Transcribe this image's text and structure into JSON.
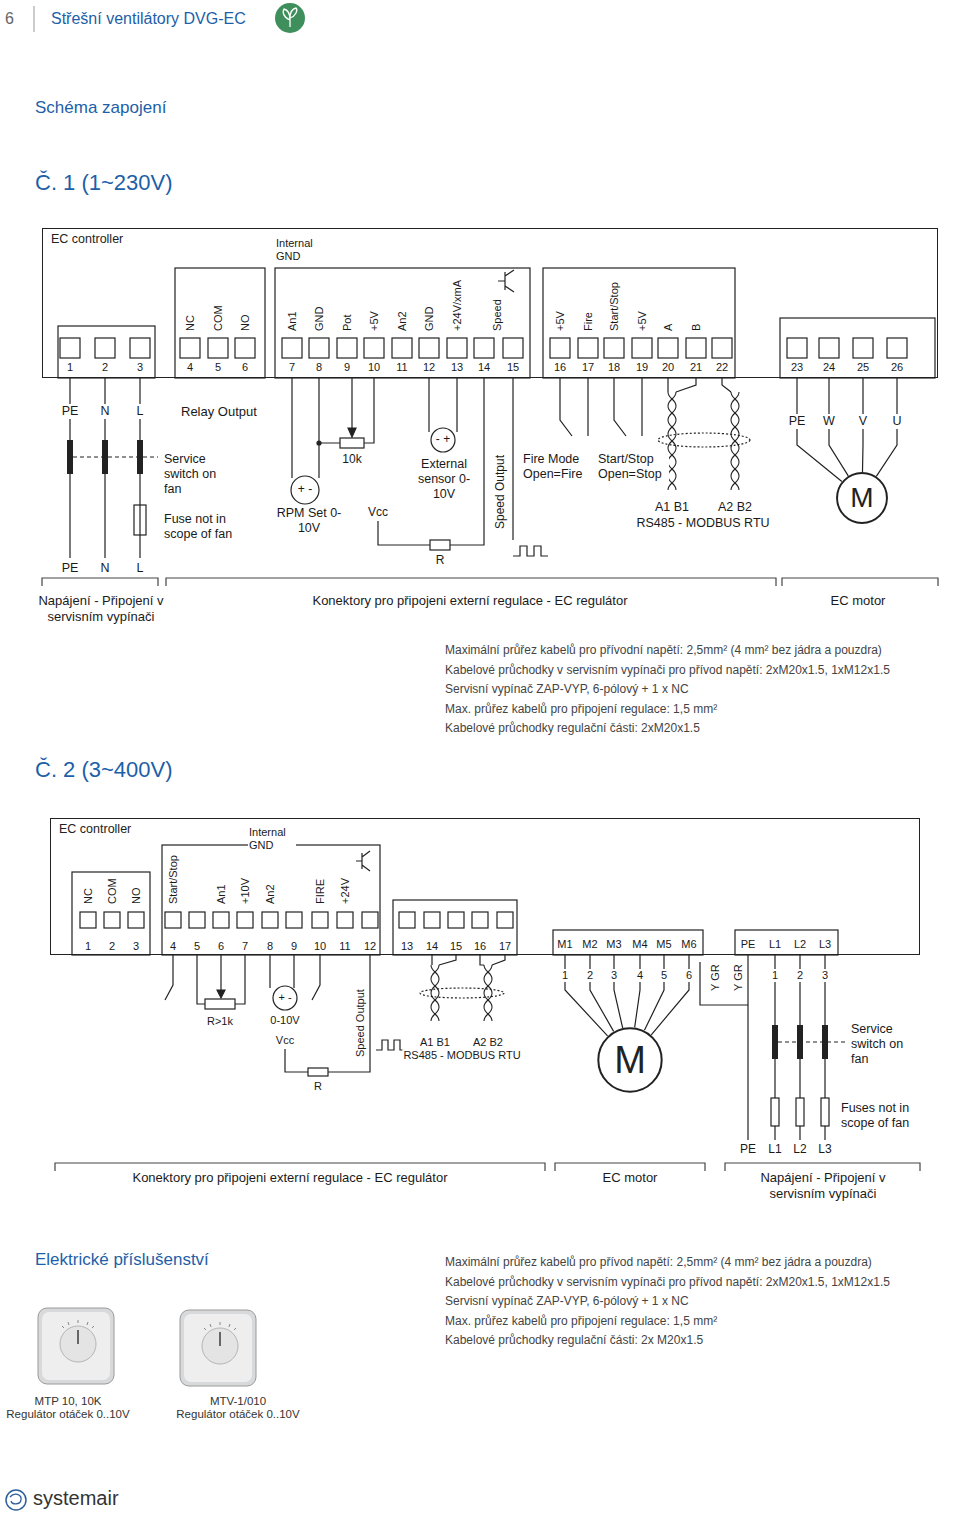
{
  "diagram": {
    "title": "Schéma zapojení",
    "nodes": [
      {
        "text": [
          "EC controller"
        ]
      },
      {
        "text": [
          "M"
        ]
      },
      {
        "text": [
          "EC controller"
        ]
      },
      {
        "text": [
          "M"
        ]
      }
    ],
    "edges": [
      {
        "from": 0,
        "to": 1,
        "arrow": "none"
      },
      {
        "from": 0,
        "to": 1,
        "arrow": "none"
      },
      {
        "from": 0,
        "to": 1,
        "arrow": "none"
      },
      {
        "from": 0,
        "to": 1,
        "arrow": "none"
      },
      {
        "from": 2,
        "to": 3,
        "arrow": "none"
      },
      {
        "from": 2,
        "to": 3,
        "arrow": "none"
      },
      {
        "from": 2,
        "to": 3,
        "arrow": "none"
      },
      {
        "from": 2,
        "to": 3,
        "arrow": "none"
      },
      {
        "from": 2,
        "to": 3,
        "arrow": "none"
      },
      {
        "from": 2,
        "to": 3,
        "arrow": "none"
      }
    ],
    "labels": [
      "6",
      "Střešní ventilátory DVG-EC",
      "Č. 1 (1~230V)",
      "Internal GND",
      "NC",
      "COM",
      "NO",
      "An1",
      "GND",
      "Pot",
      "+5V",
      "An2",
      "GND",
      "+24V/xmA",
      "Speed",
      "+5V",
      "Fire",
      "Start/Stop",
      "+5V",
      "A",
      "B",
      "1",
      "2",
      "3",
      "4",
      "5",
      "6",
      "7",
      "8",
      "9",
      "10",
      "11",
      "12",
      "13",
      "14",
      "15",
      "16",
      "17",
      "18",
      "19",
      "20",
      "21",
      "22",
      "23",
      "24",
      "25",
      "26",
      "PE",
      "N",
      "L",
      "Relay Output",
      "Service switch on fan",
      "Fuse not in scope of fan",
      "PE",
      "N",
      "L",
      "+ -",
      "RPM Set 0-10V",
      "10k",
      "- +",
      "External sensor 0-10V",
      "Vcc",
      "R",
      "Speed Output",
      "Fire Mode Open=Fire",
      "Start/Stop Open=Stop",
      "A1 B1",
      "A2 B2",
      "RS485 - MODBUS RTU",
      "PE",
      "W",
      "V",
      "U",
      "Napájení - Připojení v servisním vypínači",
      "Konektory pro připojeni externí regulace - EC regulátor",
      "EC motor",
      "Maximální průřez kabelů pro přívodní napětí: 2,5mm² (4 mm² bez jádra a pouzdra)",
      "Kabelové průchodky v servisním vypínači pro přívod napětí: 2xM20x1.5, 1xM12x1.5",
      "Servisní vypínač ZAP-VYP, 6-pólový + 1 x NC",
      "Max. průřez kabelů pro připojení regulace: 1,5 mm²",
      "Kabelové průchodky regulační části: 2xM20x1.5",
      "Č. 2 (3~400V)",
      "Internal GND",
      "NC",
      "COM",
      "NO",
      "Start/Stop",
      "An1",
      "+10V",
      "An2",
      "FIRE",
      "+24V",
      "1",
      "2",
      "3",
      "4",
      "5",
      "6",
      "7",
      "8",
      "9",
      "10",
      "11",
      "12",
      "13",
      "14",
      "15",
      "16",
      "17",
      "M1",
      "M2",
      "M3",
      "M4",
      "M5",
      "M6",
      "PE",
      "L1",
      "L2",
      "L3",
      "R>1k",
      "+ -",
      "0-10V",
      "Vcc",
      "R",
      "Speed Output",
      "A1 B1",
      "A2 B2",
      "RS485 - MODBUS RTU",
      "1",
      "2",
      "3",
      "4",
      "5",
      "6",
      "Y GR",
      "Y GR",
      "1",
      "2",
      "3",
      "Service switch on fan",
      "Fuses not in scope of fan",
      "PE",
      "L1",
      "L2",
      "L3",
      "Konektory pro připojeni externí regulace - EC regulátor",
      "EC motor",
      "Napájení - Připojení v servisním vypínači",
      "Elektrické příslušenství",
      "Maximální průřez kabelů pro přívod napětí: 2,5mm² (4 mm² bez jádra a pouzdra)",
      "Kabelové průchodky v servisním vypínači pro přívod napětí: 2xM20x1.5, 1xM12x1.5",
      "Servisní vypínač ZAP-VYP, 6-pólový + 1 x NC",
      "Max. průřez kabelů pro připojení regulace: 1,5 mm²",
      "Kabelové průchodky regulační části: 2x M20x1.5",
      "MTP 10, 10K",
      "Regulátor otáček 0..10V",
      "MTV-1/010",
      "Regulátor otáček 0..10V",
      "systemair"
    ]
  }
}
